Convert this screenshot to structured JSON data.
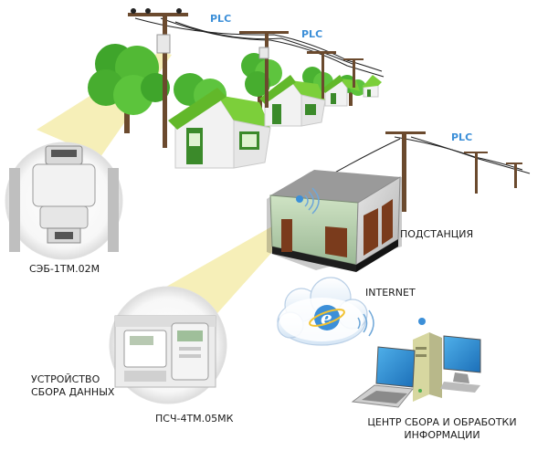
{
  "labels": {
    "plc": "PLC",
    "seb_meter": "СЭБ-1ТМ.02М",
    "substation": "ПОДСТАНЦИЯ",
    "internet": "INTERNET",
    "collector_line1": "УСТРОЙСТВО",
    "collector_line2": "СБОРА ДАННЫХ",
    "psch_meter": "ПСЧ-4ТМ.05МК",
    "center_line1": "ЦЕНТР СБОРА И ОБРАБОТКИ",
    "center_line2": "ИНФОРМАЦИИ"
  },
  "colors": {
    "plc_text": "#3c8fd8",
    "roof_green": "#7ccf3a",
    "substation_wall": "#c8c8c8",
    "door_brown": "#7a3b1c",
    "pole_brown": "#6b4a2e",
    "callout_yellow": "#f3e9a0"
  }
}
